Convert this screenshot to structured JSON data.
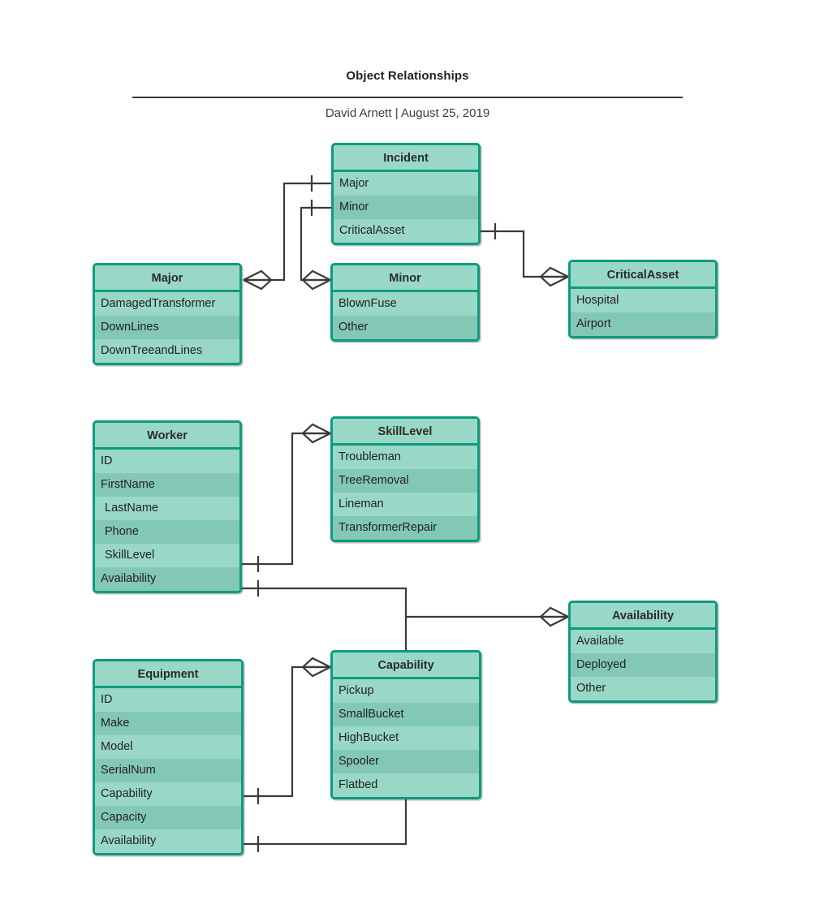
{
  "document": {
    "title": "Object Relationships",
    "subtitle": "David Arnett  |  August 25, 2019",
    "author": "David Arnett",
    "date": "August 25, 2019"
  },
  "theme": {
    "entity_fill_light": "#99d8c6",
    "entity_fill_dark": "#83c8b5",
    "entity_border": "#0c9c7d",
    "connector_color": "#3a3a3a",
    "text_color": "#222222",
    "background": "#ffffff"
  },
  "diagram": {
    "type": "entity-relationship",
    "notation": "crows-foot",
    "entities": [
      {
        "id": "incident",
        "name": "Incident",
        "attributes": [
          "Major",
          "Minor",
          "CriticalAsset"
        ]
      },
      {
        "id": "major",
        "name": "Major",
        "attributes": [
          "DamagedTransformer",
          "DownLines",
          "DownTreeandLines"
        ]
      },
      {
        "id": "minor",
        "name": "Minor",
        "attributes": [
          "BlownFuse",
          "Other"
        ]
      },
      {
        "id": "criticalasset",
        "name": "CriticalAsset",
        "attributes": [
          "Hospital",
          "Airport"
        ]
      },
      {
        "id": "worker",
        "name": "Worker",
        "attributes": [
          "ID",
          "FirstName",
          "LastName",
          "Phone",
          "SkillLevel",
          "Availability"
        ]
      },
      {
        "id": "skilllevel",
        "name": "SkillLevel",
        "attributes": [
          "Troubleman",
          "TreeRemoval",
          "Lineman",
          "TransformerRepair"
        ]
      },
      {
        "id": "availability",
        "name": "Availability",
        "attributes": [
          "Available",
          "Deployed",
          "Other"
        ]
      },
      {
        "id": "equipment",
        "name": "Equipment",
        "attributes": [
          "ID",
          "Make",
          "Model",
          "SerialNum",
          "Capability",
          "Capacity",
          "Availability"
        ]
      },
      {
        "id": "capability",
        "name": "Capability",
        "attributes": [
          "Pickup",
          "SmallBucket",
          "HighBucket",
          "Spooler",
          "Flatbed"
        ]
      }
    ],
    "relationships": [
      {
        "from": "incident.Major",
        "to": "major",
        "from_cardinality": "one",
        "to_cardinality": "many"
      },
      {
        "from": "incident.Minor",
        "to": "minor",
        "from_cardinality": "one",
        "to_cardinality": "many"
      },
      {
        "from": "incident.CriticalAsset",
        "to": "criticalasset",
        "from_cardinality": "one",
        "to_cardinality": "many"
      },
      {
        "from": "worker.SkillLevel",
        "to": "skilllevel",
        "from_cardinality": "one",
        "to_cardinality": "many"
      },
      {
        "from": "worker.Availability",
        "to": "availability",
        "from_cardinality": "one",
        "to_cardinality": "many"
      },
      {
        "from": "equipment.Capability",
        "to": "capability",
        "from_cardinality": "one",
        "to_cardinality": "many"
      },
      {
        "from": "equipment.Availability",
        "to": "availability",
        "from_cardinality": "one",
        "to_cardinality": "many"
      }
    ]
  }
}
